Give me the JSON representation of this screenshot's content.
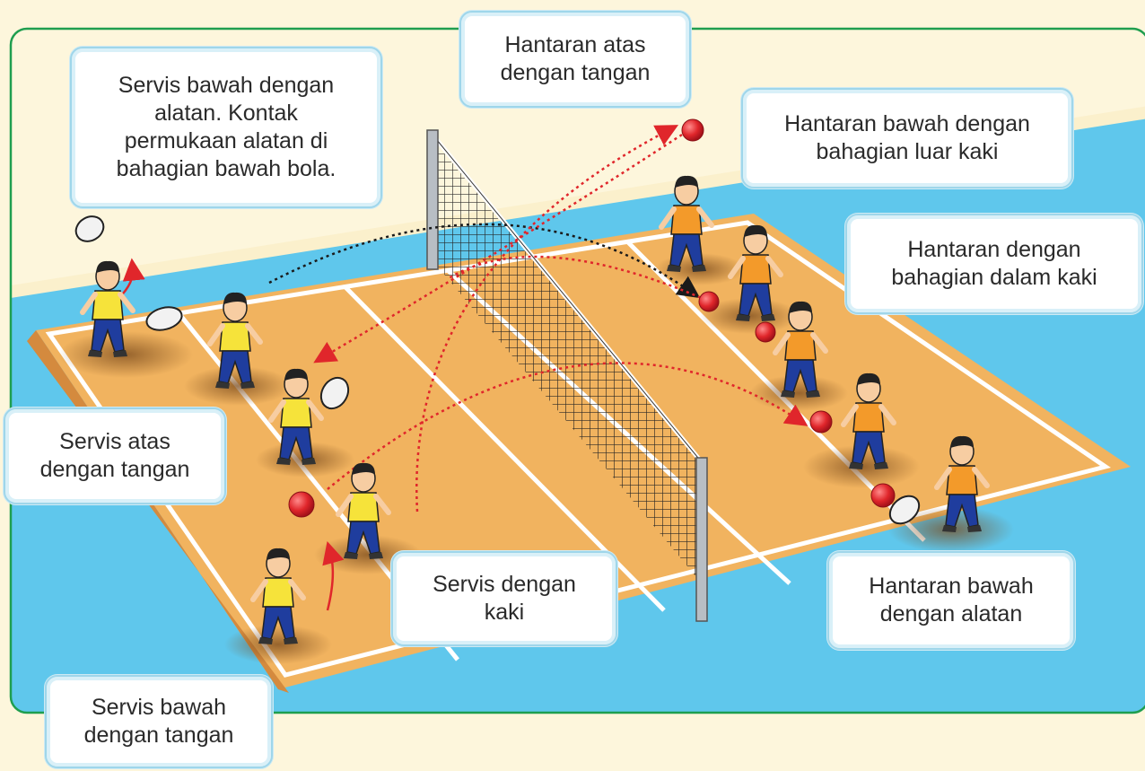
{
  "labels": {
    "servis_bawah_alatan": [
      "Servis bawah dengan",
      "alatan. Kontak",
      "permukaan alatan di",
      "bahagian bawah bola."
    ],
    "hantaran_atas_tangan": [
      "Hantaran atas",
      "dengan tangan"
    ],
    "hantaran_bawah_luar_kaki": [
      "Hantaran bawah dengan",
      "bahagian luar kaki"
    ],
    "hantaran_dalam_kaki": [
      "Hantaran dengan",
      "bahagian dalam kaki"
    ],
    "servis_atas_tangan": [
      "Servis atas",
      "dengan tangan"
    ],
    "servis_kaki": [
      "Servis dengan",
      "kaki"
    ],
    "hantaran_bawah_alatan": [
      "Hantaran bawah",
      "dengan alatan"
    ],
    "servis_bawah_tangan": [
      "Servis bawah",
      "dengan tangan"
    ]
  },
  "colors": {
    "frame_border": "#1f9e4f",
    "frame_fill": "#fdf6dc",
    "water": "#5fc7ec",
    "court": "#f1b35f",
    "court_line": "#ffffff",
    "ball": "#e0262b",
    "arrow_red": "#e0262b",
    "arrow_black": "#1a1a1a",
    "shirt_yellow": "#f6e33a",
    "shirt_orange": "#f39a2a",
    "pants_blue": "#1f3d9e",
    "label_border": "#9fd6ea"
  },
  "icons": {
    "racket": "racket-icon",
    "ball": "ball-icon",
    "net": "net-icon",
    "child": "child-figure"
  }
}
